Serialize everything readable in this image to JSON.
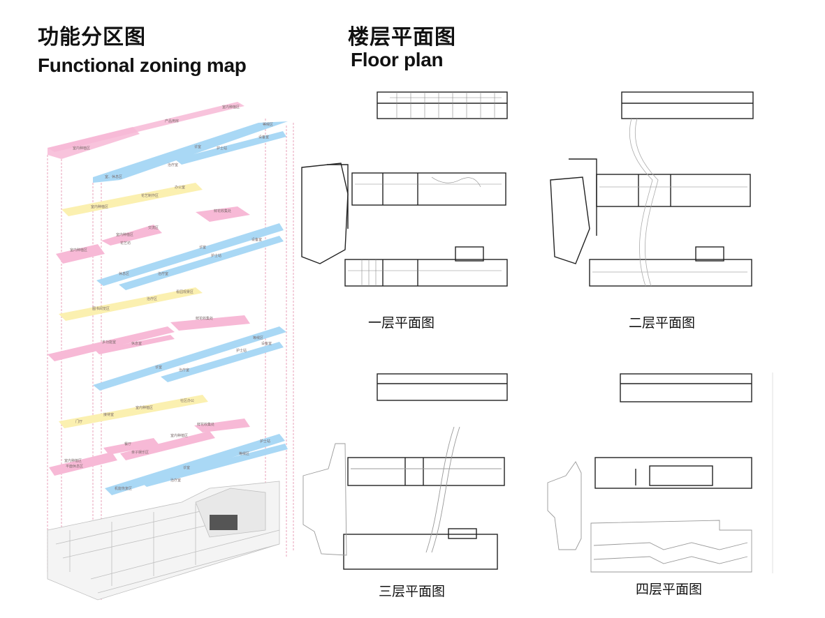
{
  "left": {
    "title_cn": "功能分区图",
    "title_en": "Functional zoning map"
  },
  "right": {
    "title_cn": "楼层平面图",
    "title_en": "Floor plan"
  },
  "floors": [
    {
      "label": "一层平面图"
    },
    {
      "label": "二层平面图"
    },
    {
      "label": "三层平面图"
    },
    {
      "label": "四层平面图"
    }
  ],
  "zones": {
    "l1": "室内种植区",
    "l2": "产品用房",
    "l3": "室内种植区",
    "l4": "等候区",
    "l5": "设备室",
    "l6": "护士站",
    "l7": "诊室",
    "l8": "治疗室",
    "l9": "室、休息区",
    "l10": "办公室",
    "l11": "花艺制作区",
    "l12": "室内种植区",
    "l13": "鲜花收集处",
    "l14": "室内种植区",
    "l15": "花艺坊",
    "l16": "交流区",
    "l17": "室内种植区",
    "l18": "设备室",
    "l19": "护士站",
    "l20": "诊室",
    "l21": "治疗室",
    "l22": "休息区",
    "l23": "图书阅览区",
    "l24": "治疗区",
    "l25": "看园观景区",
    "l26": "鲜花收集处",
    "l27": "多功能室",
    "l28": "休息室",
    "l29": "等候区",
    "l30": "设备室",
    "l31": "护士站",
    "l32": "诊室",
    "l33": "治疗室",
    "l34": "门厅",
    "l35": "接待室",
    "l36": "室内种植区",
    "l37": "社区办公",
    "l38": "鲜花收集处",
    "l39": "室内种植区",
    "l40": "餐厅",
    "l41": "亲子娱乐区",
    "l42": "室内种植区",
    "l43": "护士站",
    "l44": "等候区",
    "l45": "诊室",
    "l46": "平面休息区",
    "l47": "治疗室",
    "l48": "机能恢复区"
  },
  "colors": {
    "pink": "#f7b9d6",
    "blue": "#a9d8f5",
    "yellow": "#fbf0b0",
    "wall": "#222222"
  }
}
